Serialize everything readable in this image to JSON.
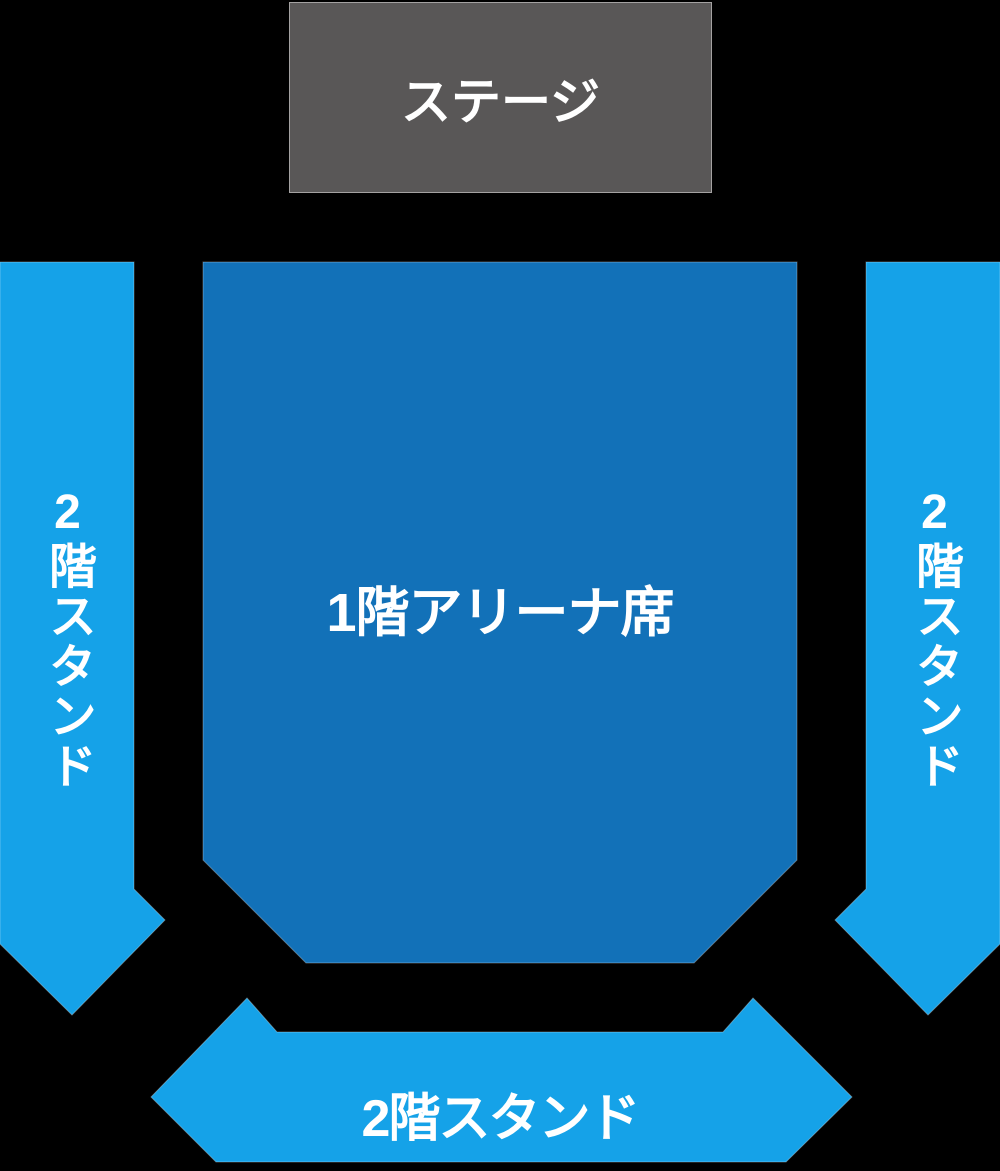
{
  "stage": {
    "label": "ステージ"
  },
  "arena": {
    "label": "1階アリーナ席"
  },
  "stands": {
    "left": {
      "label": "2階スタンド"
    },
    "right": {
      "label": "2階スタンド"
    },
    "bottom": {
      "label": "2階スタンド"
    }
  },
  "colors": {
    "background": "#000000",
    "stage_bg": "#595757",
    "arena_blue": "#1271B8",
    "stand_blue": "#15A2E8",
    "label_text": "#FFFFFF"
  }
}
